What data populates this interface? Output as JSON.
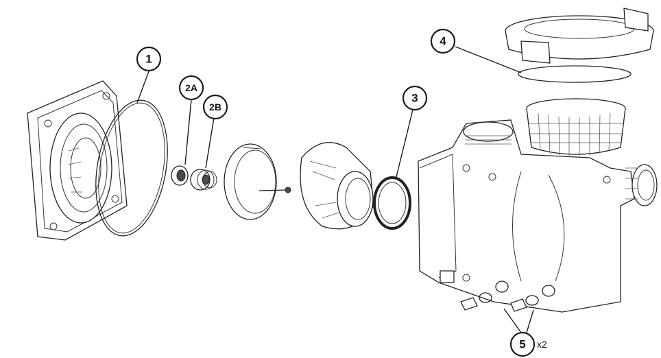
{
  "callouts": [
    {
      "id": "1",
      "label": "1"
    },
    {
      "id": "2A",
      "label": "2A"
    },
    {
      "id": "2B",
      "label": "2B"
    },
    {
      "id": "3",
      "label": "3"
    },
    {
      "id": "4",
      "label": "4"
    },
    {
      "id": "5",
      "label": "5",
      "quantity": "x2"
    }
  ],
  "colors": {
    "line": "#222222",
    "background": "#ffffff"
  }
}
